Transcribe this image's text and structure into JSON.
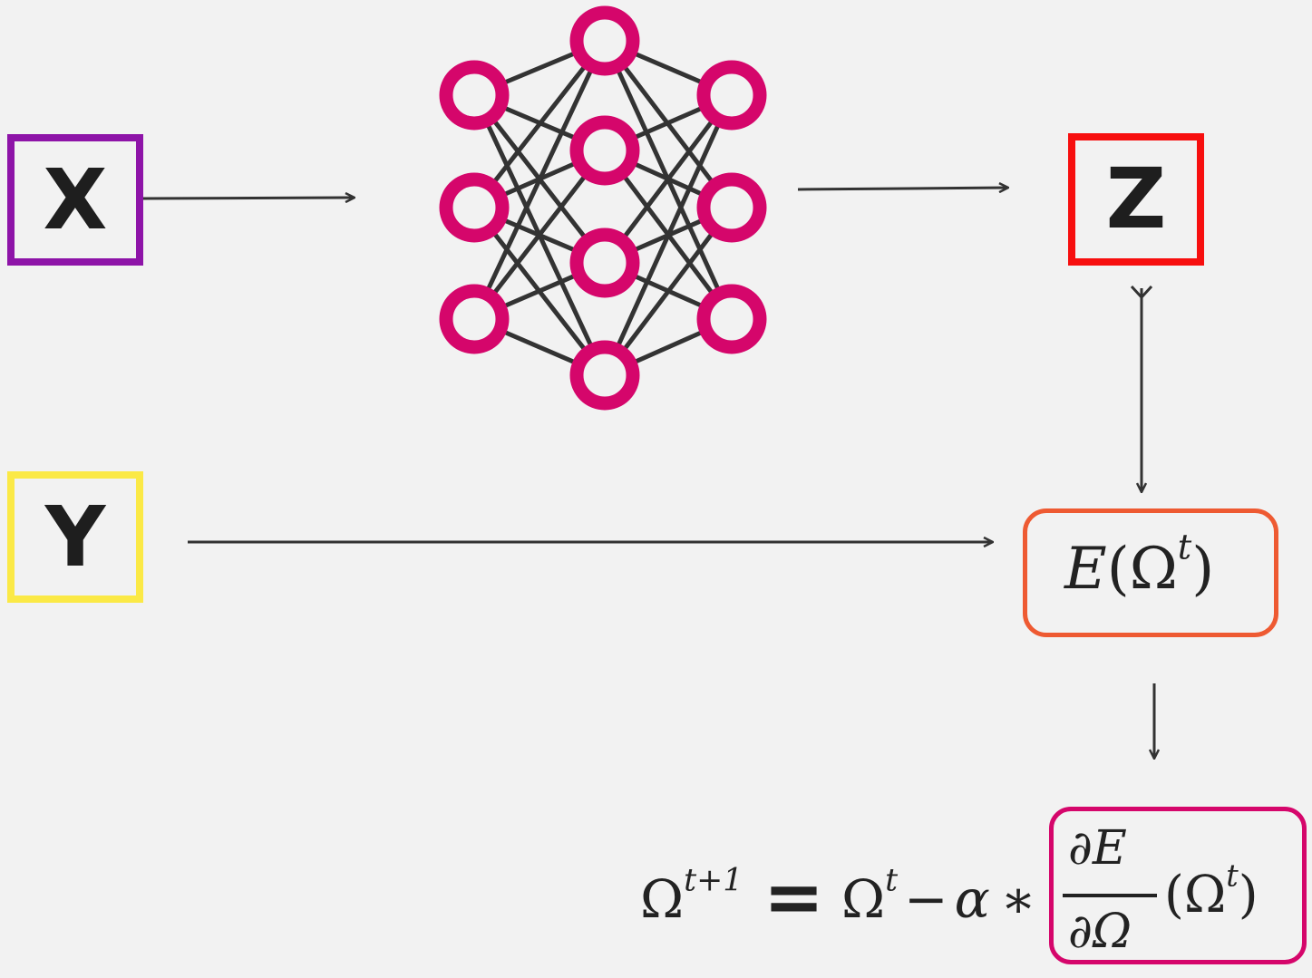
{
  "colors": {
    "background": "#f2f2f2",
    "input_x": "#8e14a8",
    "target_y": "#fbe946",
    "output_z": "#f70f0f",
    "error_box": "#ee5a32",
    "gradient_box": "#d5066b",
    "neuron": "#d5066b",
    "connection": "#333333",
    "arrow": "#333333"
  },
  "nodes": {
    "input_x": "X",
    "target_y": "Y",
    "output_z": "Z"
  },
  "network": {
    "icon": "neural-network-icon",
    "layers": [
      3,
      4,
      3
    ]
  },
  "error": {
    "fn": "E",
    "open": "(",
    "param": "Ω",
    "sup": "t",
    "close": ")"
  },
  "update_rule": {
    "lhs_param": "Ω",
    "lhs_sup": "t+1",
    "equals": "=",
    "rhs_param": "Ω",
    "rhs_sup": "t",
    "minus": "−",
    "rate": "α",
    "times": "∗",
    "numerator": "∂E",
    "denominator": "∂Ω",
    "arg_open": "(",
    "arg_param": "Ω",
    "arg_sup": "t",
    "arg_close": ")"
  }
}
